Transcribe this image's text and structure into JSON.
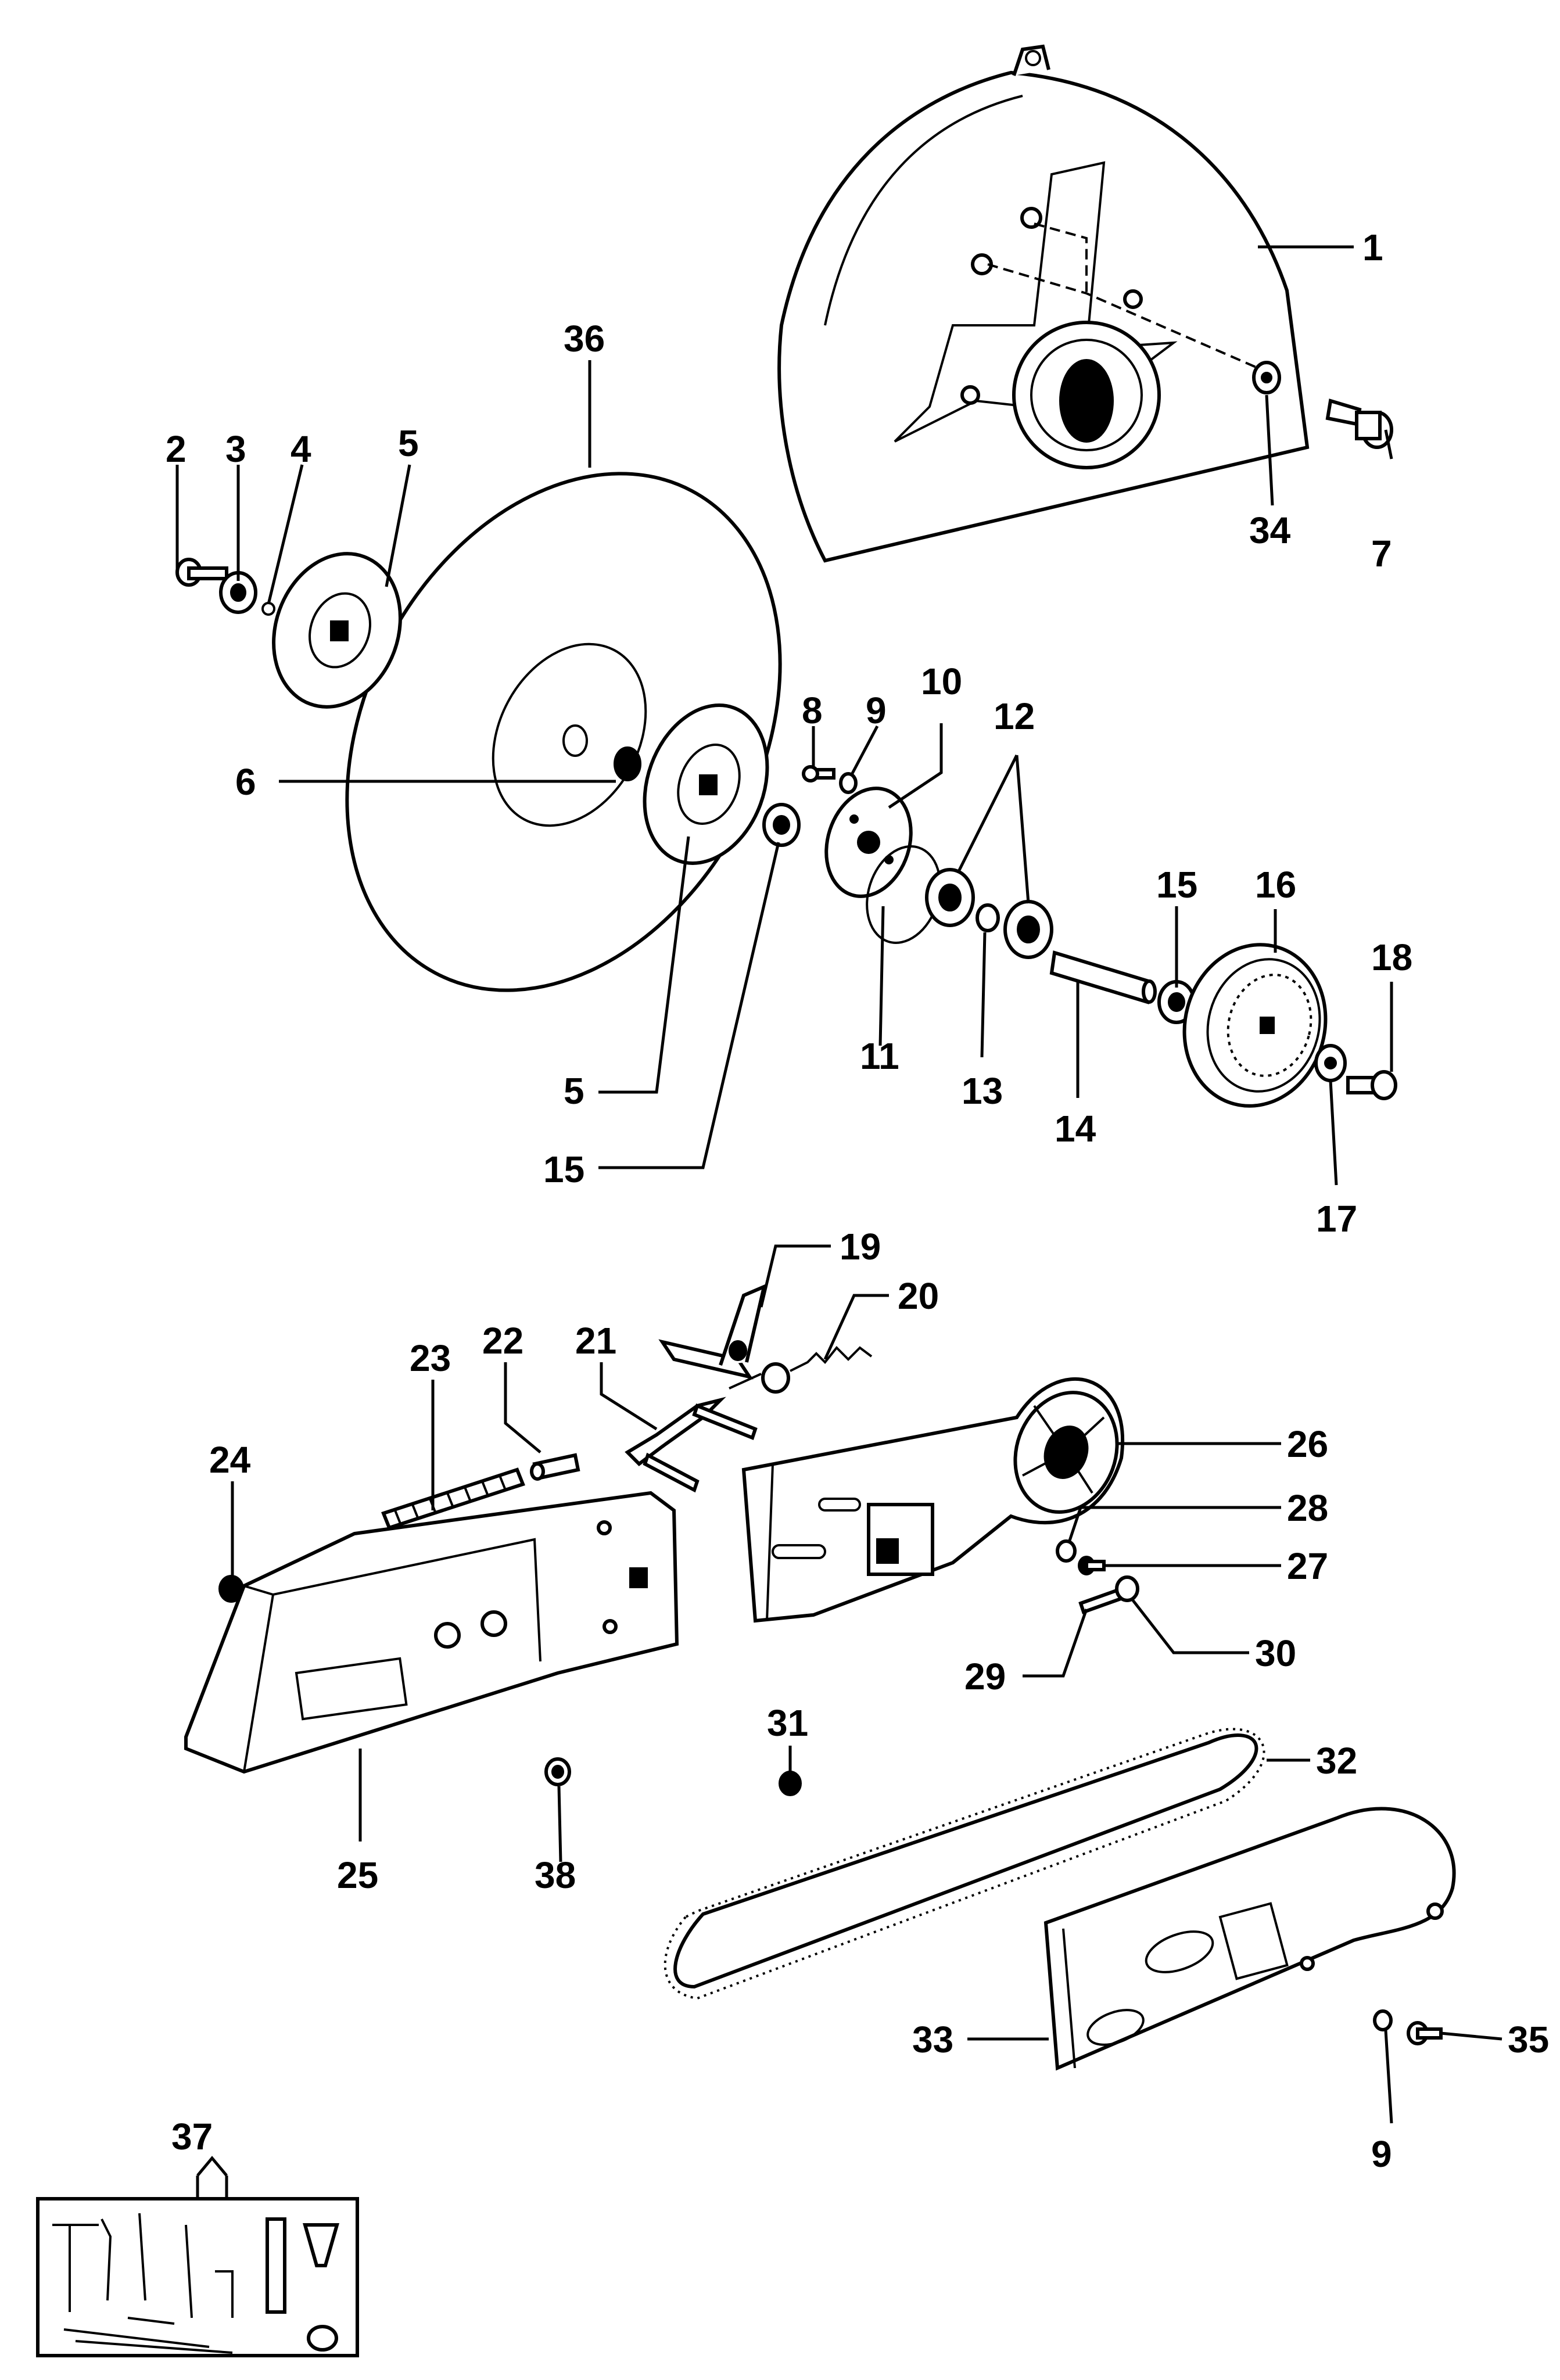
{
  "labels": [
    {
      "id": "1",
      "text": "1"
    },
    {
      "id": "2",
      "text": "2"
    },
    {
      "id": "3",
      "text": "3"
    },
    {
      "id": "4",
      "text": "4"
    },
    {
      "id": "5a",
      "text": "5"
    },
    {
      "id": "5b",
      "text": "5"
    },
    {
      "id": "6",
      "text": "6"
    },
    {
      "id": "7",
      "text": "7"
    },
    {
      "id": "8",
      "text": "8"
    },
    {
      "id": "9a",
      "text": "9"
    },
    {
      "id": "9b",
      "text": "9"
    },
    {
      "id": "10",
      "text": "10"
    },
    {
      "id": "11",
      "text": "11"
    },
    {
      "id": "12",
      "text": "12"
    },
    {
      "id": "13",
      "text": "13"
    },
    {
      "id": "14",
      "text": "14"
    },
    {
      "id": "15a",
      "text": "15"
    },
    {
      "id": "15b",
      "text": "15"
    },
    {
      "id": "16",
      "text": "16"
    },
    {
      "id": "17",
      "text": "17"
    },
    {
      "id": "18",
      "text": "18"
    },
    {
      "id": "19",
      "text": "19"
    },
    {
      "id": "20",
      "text": "20"
    },
    {
      "id": "21",
      "text": "21"
    },
    {
      "id": "22",
      "text": "22"
    },
    {
      "id": "23",
      "text": "23"
    },
    {
      "id": "24",
      "text": "24"
    },
    {
      "id": "25",
      "text": "25"
    },
    {
      "id": "26",
      "text": "26"
    },
    {
      "id": "27",
      "text": "27"
    },
    {
      "id": "28",
      "text": "28"
    },
    {
      "id": "29",
      "text": "29"
    },
    {
      "id": "30",
      "text": "30"
    },
    {
      "id": "31",
      "text": "31"
    },
    {
      "id": "32",
      "text": "32"
    },
    {
      "id": "33",
      "text": "33"
    },
    {
      "id": "34",
      "text": "34"
    },
    {
      "id": "35",
      "text": "35"
    },
    {
      "id": "36",
      "text": "36"
    },
    {
      "id": "37",
      "text": "37"
    },
    {
      "id": "38",
      "text": "38"
    }
  ]
}
